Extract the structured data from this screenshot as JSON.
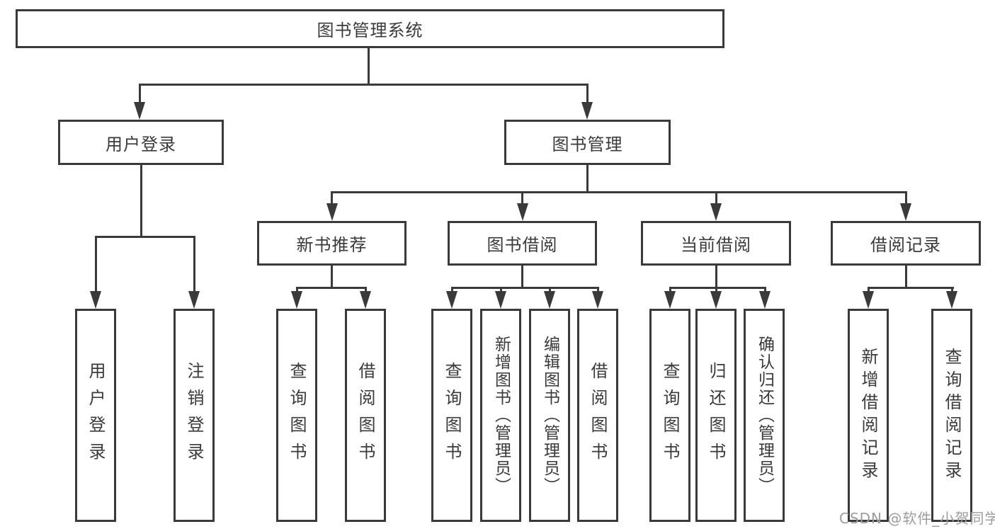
{
  "diagram_type": "hierarchy-tree",
  "colors": {
    "line": "#3a3a3a",
    "text": "#3a3a3a",
    "watermark": "#9c9c9c",
    "background": "#ffffff"
  },
  "nodes": {
    "root": {
      "label": "图书管理系统"
    },
    "user_login": {
      "label": "用户登录"
    },
    "book_mgmt": {
      "label": "图书管理"
    },
    "new_book_rec": {
      "label": "新书推荐"
    },
    "book_borrow": {
      "label": "图书借阅"
    },
    "current_borrow": {
      "label": "当前借阅"
    },
    "borrow_records": {
      "label": "借阅记录"
    },
    "leaf_user_login": {
      "label": "用户登录"
    },
    "leaf_logout": {
      "label": "注销登录"
    },
    "leaf_nbr_query": {
      "label": "查询图书"
    },
    "leaf_nbr_borrow": {
      "label": "借阅图书"
    },
    "leaf_bb_query": {
      "label": "查询图书"
    },
    "leaf_bb_add": {
      "label": "新增图书（管理员）"
    },
    "leaf_bb_edit": {
      "label": "编辑图书（管理员）"
    },
    "leaf_bb_borrow": {
      "label": "借阅图书"
    },
    "leaf_cb_query": {
      "label": "查询图书"
    },
    "leaf_cb_return": {
      "label": "归还图书"
    },
    "leaf_cb_confirm": {
      "label": "确认归还（管理员）"
    },
    "leaf_br_add": {
      "label": "新增借阅记录"
    },
    "leaf_br_query": {
      "label": "查询借阅记录"
    }
  },
  "hierarchy": {
    "图书管理系统": [
      "用户登录",
      "图书管理"
    ],
    "用户登录": [
      "用户登录",
      "注销登录"
    ],
    "图书管理": [
      "新书推荐",
      "图书借阅",
      "当前借阅",
      "借阅记录"
    ],
    "新书推荐": [
      "查询图书",
      "借阅图书"
    ],
    "图书借阅": [
      "查询图书",
      "新增图书（管理员）",
      "编辑图书（管理员）",
      "借阅图书"
    ],
    "当前借阅": [
      "查询图书",
      "归还图书",
      "确认归还（管理员）"
    ],
    "借阅记录": [
      "新增借阅记录",
      "查询借阅记录"
    ]
  },
  "watermark": "CSDN @软件_小贺同学"
}
